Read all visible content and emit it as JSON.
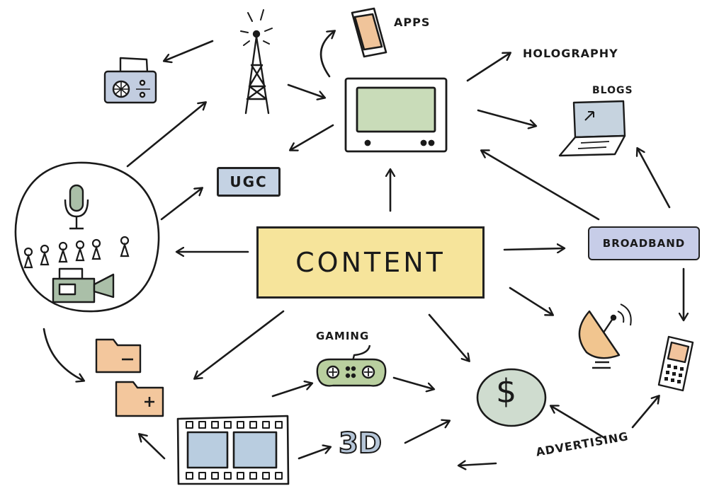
{
  "labels": {
    "content": "CONTENT",
    "apps": "APPS",
    "holography": "HOLOGRAPHY",
    "blogs": "BLOGS",
    "ugc": "UGC",
    "broadband": "BROADBAND",
    "gaming": "GAMING",
    "three_d": "3D",
    "advertising": "ADVERTISING",
    "dollar": "$"
  },
  "colors": {
    "content_fill": "#f6e49b",
    "ugc_fill": "#c4d2e3",
    "broadband_fill": "#c7cde8",
    "tv_screen": "#c9dcb9",
    "phone_screen": "#f0c49a",
    "folder_fill": "#f3c79d",
    "gamepad_fill": "#b9cf9f",
    "dollar_fill": "#cfdccf",
    "dish_fill": "#f1c58f",
    "film_frames": "#b9cde0",
    "three_d_fill": "#b6c6d8",
    "radio_fill": "#c2cde0",
    "camera_fill": "#aabfa8",
    "mobile_fill": "#f1c39c",
    "ink": "#1a1a1a"
  },
  "icons": [
    "radio-tower-icon",
    "fax-radio-icon",
    "smartphone-icon",
    "television-icon",
    "laptop-icon",
    "microphone-icon",
    "people-icon",
    "video-camera-icon",
    "folder-minus-icon",
    "folder-plus-icon",
    "film-strip-icon",
    "gamepad-icon",
    "dollar-coin-icon",
    "satellite-dish-icon",
    "mobile-phone-icon"
  ]
}
